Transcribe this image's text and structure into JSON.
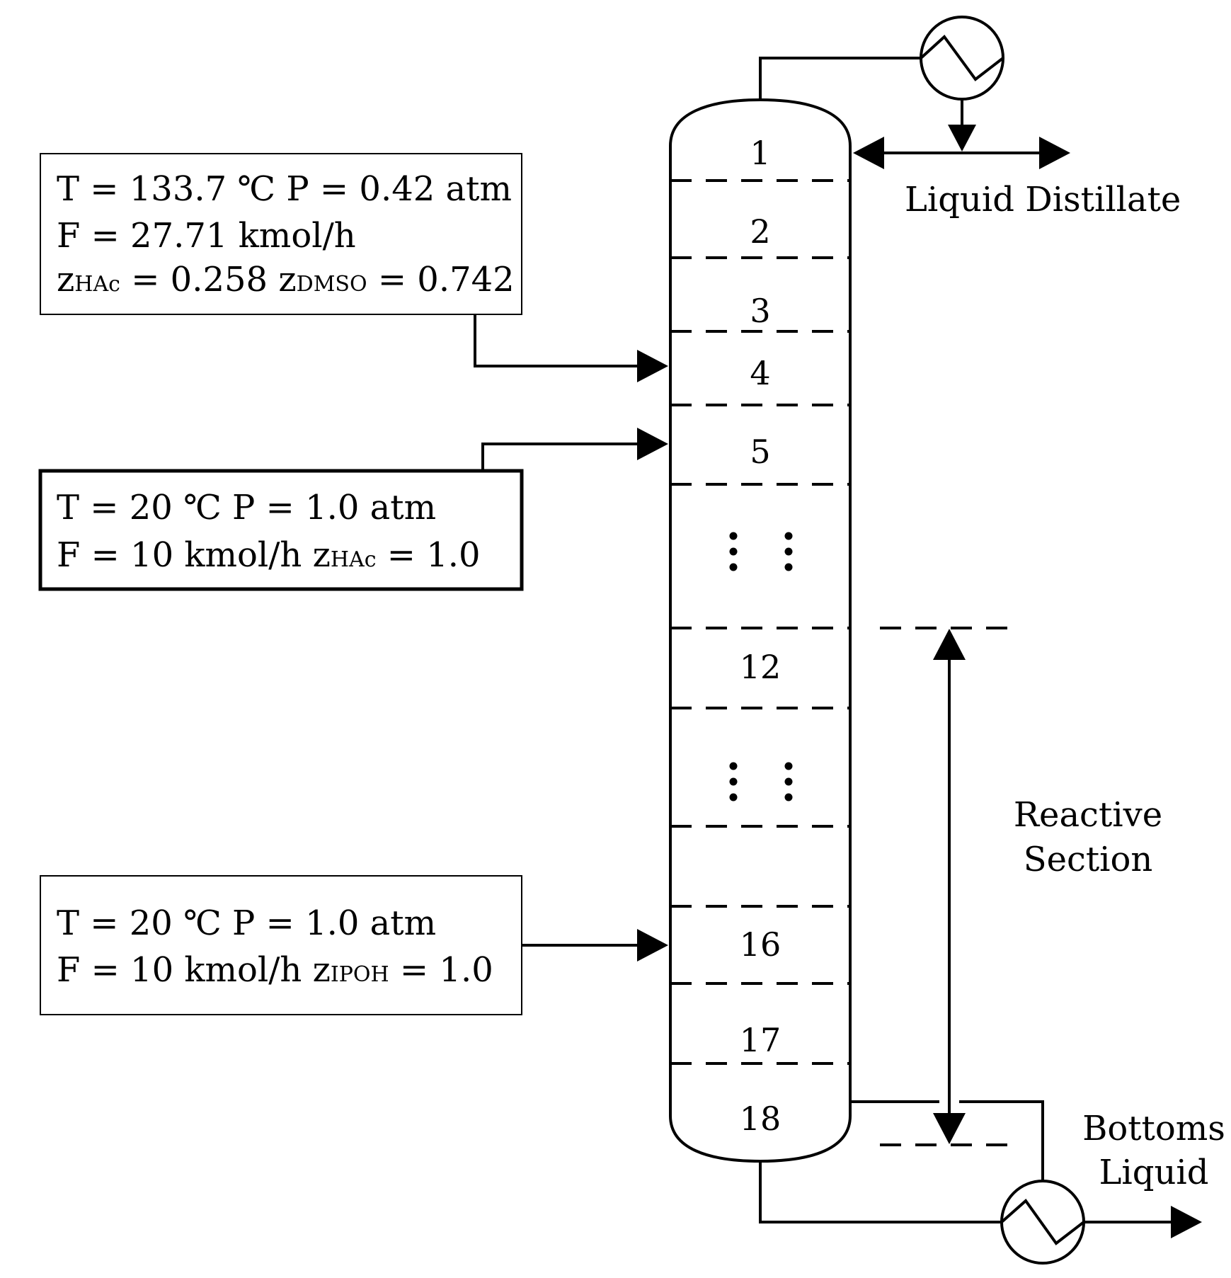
{
  "feed1": {
    "line1": "T = 133.7 ℃ P = 0.42 atm",
    "line2": "F = 27.71 kmol/h",
    "z_a": "z",
    "z_a_sub": "HAc",
    "z_a_val": " = 0.258 ",
    "z_b": "z",
    "z_b_sub": "DMSO",
    "z_b_val": " = 0.742"
  },
  "feed2": {
    "line1": "T = 20 ℃ P = 1.0 atm",
    "line2_main": "F = 10 kmol/h ",
    "z": "z",
    "z_sub": "HAc",
    "z_val": " = 1.0"
  },
  "feed3": {
    "line1": "T = 20 ℃ P = 1.0 atm",
    "line2_main": "F = 10 kmol/h ",
    "z": "z",
    "z_sub": "IPOH",
    "z_val": " = 1.0"
  },
  "stages": {
    "s1": "1",
    "s2": "2",
    "s3": "3",
    "s4": "4",
    "s5": "5",
    "s12": "12",
    "s16": "16",
    "s17": "17",
    "s18": "18"
  },
  "labels": {
    "distillate": "Liquid Distillate",
    "reactive_1": "Reactive",
    "reactive_2": "Section",
    "bottoms_1": "Bottoms",
    "bottoms_2": "Liquid"
  }
}
